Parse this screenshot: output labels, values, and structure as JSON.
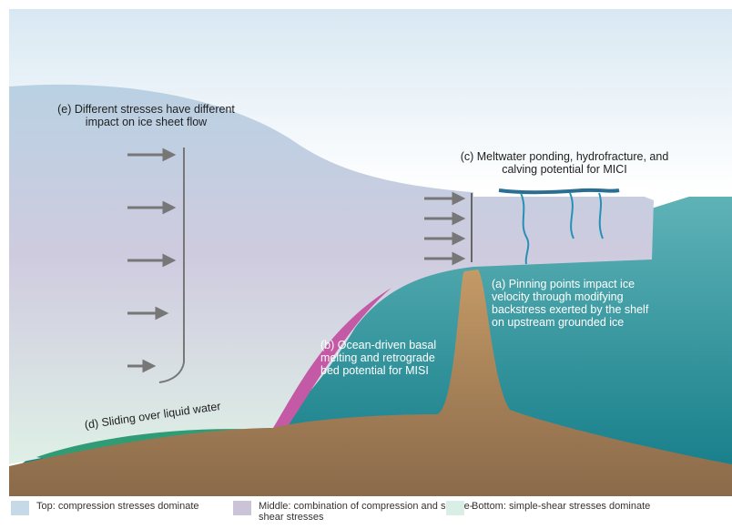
{
  "labels": {
    "e": "(e) Different stresses have different impact on ice sheet flow",
    "c": "(c) Meltwater ponding, hydrofracture, and calving potential for MICI",
    "a": "(a) Pinning points impact ice velocity through modifying backstress exerted by the shelf on upstream grounded ice",
    "b": "(b) Ocean-driven basal melting and retrograde bed potential for MISI",
    "d": "(d) Sliding over liquid water"
  },
  "legend": [
    {
      "text": "Top: compression stresses dominate",
      "color": "#c5d9e6"
    },
    {
      "text": "Middle: combination of compression and simple-shear stresses",
      "color": "#cbc3d8"
    },
    {
      "text": "Bottom: simple-shear stresses dominate",
      "color": "#d9eee4"
    }
  ],
  "colors": {
    "ocean": "#2a8f97",
    "bed": "#a27e58",
    "basal_melt": "#c45aa6",
    "liquid_water": "#2f9c76",
    "arrow": "#777777"
  }
}
